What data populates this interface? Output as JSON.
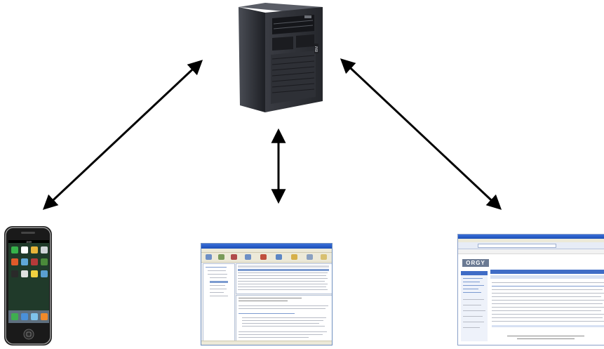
{
  "diagram": {
    "nodes": [
      {
        "id": "server",
        "kind": "server",
        "icon": "server-tower-icon",
        "brand_text": "IBM"
      },
      {
        "id": "smartphone",
        "kind": "mobile-client",
        "icon": "smartphone-icon"
      },
      {
        "id": "desktop-mail",
        "kind": "desktop-mail-client",
        "icon": "desktop-mail-window-icon"
      },
      {
        "id": "web-mail",
        "kind": "web-mail-client",
        "icon": "web-browser-mail-icon",
        "logo_text": "ORGY"
      }
    ],
    "edges": [
      {
        "from": "server",
        "to": "smartphone",
        "direction": "bidirectional"
      },
      {
        "from": "server",
        "to": "desktop-mail",
        "direction": "bidirectional"
      },
      {
        "from": "server",
        "to": "web-mail",
        "direction": "bidirectional"
      }
    ],
    "colors": {
      "arrow": "#000000",
      "server_body": "#2b2d33",
      "phone_body": "#1a1a1a",
      "window_titlebar": "#1c4fb7",
      "web_accent": "#3f6cc6",
      "background": "#ffffff"
    }
  }
}
